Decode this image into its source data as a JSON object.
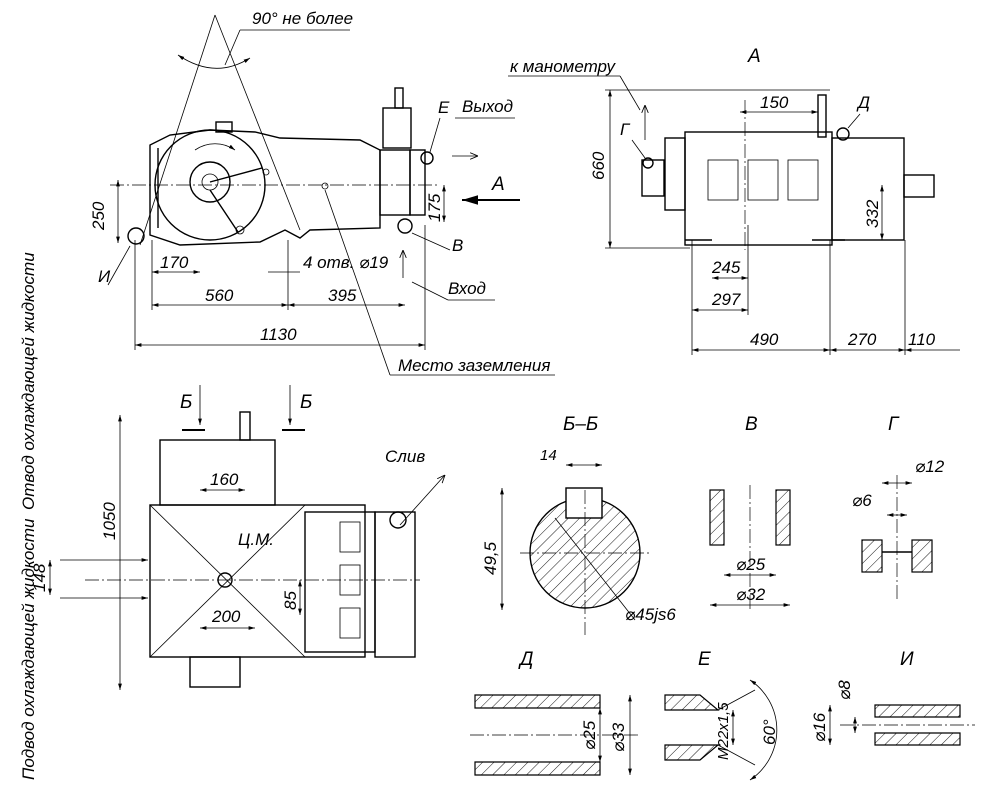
{
  "title_top": "90° не более",
  "labels": {
    "exit": "Выход",
    "entry": "Вход",
    "manometer": "к манометру",
    "ground": "Место заземления",
    "holes": "4 отв. ⌀19",
    "drain": "Слив",
    "cooling_out": "Отвод охлаждающей жидкости",
    "cooling_in": "Подвод охлаждающей жидкости",
    "cm": "Ц.М."
  },
  "view_letters": {
    "A": "А",
    "B": "Б",
    "V": "В",
    "G": "Г",
    "D": "Д",
    "E": "Е",
    "I": "И"
  },
  "section_titles": {
    "bb": "Б–Б",
    "v": "В",
    "g": "Г",
    "d": "Д",
    "e": "Е",
    "i": "И",
    "a": "А"
  },
  "dims_front": {
    "d250": "250",
    "d175": "175",
    "d170": "170",
    "d560": "560",
    "d395": "395",
    "d1130": "1130"
  },
  "dims_view_a": {
    "d660": "660",
    "d150": "150",
    "d332": "332",
    "d245": "245",
    "d297": "297",
    "d490": "490",
    "d270": "270",
    "d110": "110"
  },
  "dims_plan": {
    "d1050": "1050",
    "d160": "160",
    "d148": "148",
    "d85": "85",
    "d200": "200"
  },
  "dims_sections": {
    "bb_14": "14",
    "bb_495": "49,5",
    "bb_45": "⌀45js6",
    "v_25": "⌀25",
    "v_32": "⌀32",
    "g_12": "⌀12",
    "g_6": "⌀6",
    "d_25": "⌀25",
    "d_33": "⌀33",
    "e_m22": "M22x1,5",
    "e_60": "60°",
    "i_8": "⌀8",
    "i_16": "⌀16"
  }
}
